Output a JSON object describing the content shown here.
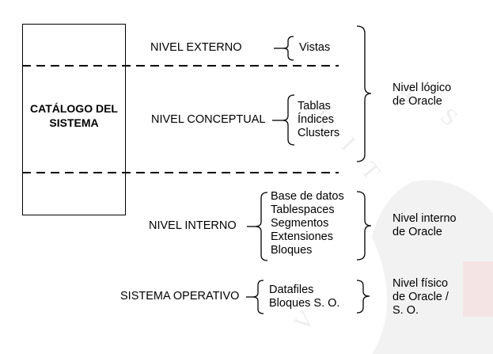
{
  "catalog": {
    "line1": "CATÁLOGO DEL",
    "line2": "SISTEMA"
  },
  "levels": {
    "externo": {
      "label": "NIVEL EXTERNO",
      "items": [
        "Vistas"
      ]
    },
    "conceptual": {
      "label": "NIVEL CONCEPTUAL",
      "items": [
        "Tablas",
        "Índices",
        "Clusters"
      ]
    },
    "interno": {
      "label": "NIVEL INTERNO",
      "items": [
        "Base de datos",
        "Tablespaces",
        "Segmentos",
        "Extensiones",
        "Bloques"
      ]
    },
    "so": {
      "label": "SISTEMA OPERATIVO",
      "items": [
        "Datafiles",
        "Bloques S. O."
      ]
    }
  },
  "groups": {
    "logico": {
      "line1": "Nivel lógico",
      "line2": "de Oracle"
    },
    "interno": {
      "line1": "Nivel interno",
      "line2": "de Oracle"
    },
    "fisico": {
      "line1": "Nivel físico",
      "line2": "de Oracle /",
      "line3": "S. O."
    }
  },
  "watermark": {
    "text": "V E R I T A S",
    "color": "#e8e8e8",
    "accent": "#f3dede"
  }
}
